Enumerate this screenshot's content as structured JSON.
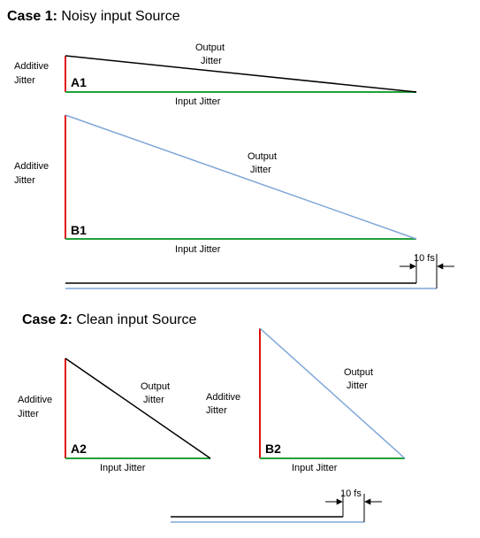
{
  "colors": {
    "additive": "#e01010",
    "input": "#22a03a",
    "output_dark": "#000000",
    "output_light": "#7fa7d8",
    "measure": "#000000"
  },
  "case1": {
    "heading_bold": "Case 1:",
    "heading_rest": " Noisy input Source",
    "a1": {
      "tag": "A1",
      "additive_line1": "Additive",
      "additive_line2": "Jitter",
      "output_line1": "Output",
      "output_line2": "Jitter",
      "input_label": "Input Jitter"
    },
    "b1": {
      "tag": "B1",
      "additive_line1": "Additive",
      "additive_line2": "Jitter",
      "output_line1": "Output",
      "output_line2": "Jitter",
      "input_label": "Input Jitter"
    },
    "delta_label": "10 fs"
  },
  "case2": {
    "heading_bold": "Case 2:",
    "heading_rest": " Clean input Source",
    "a2": {
      "tag": "A2",
      "additive_line1": "Additive",
      "additive_line2": "Jitter",
      "output_line1": "Output",
      "output_line2": "Jitter",
      "input_label": "Input Jitter"
    },
    "b2": {
      "tag": "B2",
      "additive_line1": "Additive",
      "additive_line2": "Jitter",
      "output_line1": "Output",
      "output_line2": "Jitter",
      "input_label": "Input Jitter"
    },
    "delta_label": "10 fs"
  }
}
